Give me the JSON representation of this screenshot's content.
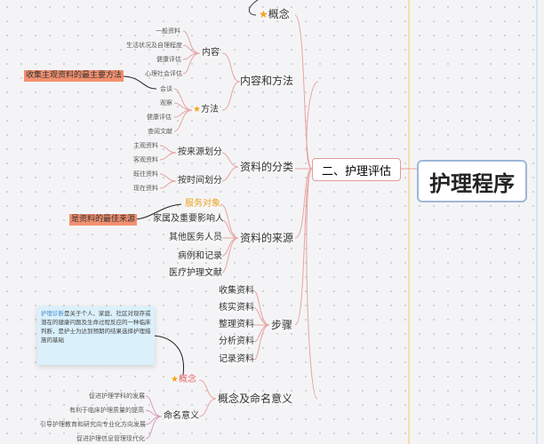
{
  "root": "护理程序",
  "branch": "二、护理评估",
  "concept_top": "概念",
  "content_method": {
    "label": "内容和方法",
    "content": {
      "label": "内容",
      "items": [
        "一般资料",
        "生活状况及自理程度",
        "健康评估",
        "心理社会评估"
      ]
    },
    "method": {
      "label": "方法",
      "items": [
        "会谈",
        "观察",
        "健康评估",
        "查阅文献"
      ]
    },
    "callout": "收集主观资料的最主要方法"
  },
  "classification": {
    "label": "资料的分类",
    "by_source": {
      "label": "按来源划分",
      "items": [
        "主观资料",
        "客观资料"
      ]
    },
    "by_time": {
      "label": "按时间划分",
      "items": [
        "既往资料",
        "现在资料"
      ]
    }
  },
  "sources": {
    "label": "资料的来源",
    "items": [
      "服务对象",
      "家属及重要影响人",
      "其他医务人员",
      "病例和记录",
      "医疗护理文献"
    ],
    "callout": "是资料的最佳来源"
  },
  "steps": {
    "label": "步骤",
    "items": [
      "收集资料",
      "核实资料",
      "整理资料",
      "分析资料",
      "记录资料"
    ]
  },
  "naming": {
    "label": "概念及命名意义",
    "concept": "概念",
    "note": {
      "highlight": "护理诊断",
      "text": "是关于个人、家庭、社区对现存或潜在的健康问题及生命过程反应的一种临床判断，是护士为达到预期的结果选择护理措施的基础"
    },
    "meaning": {
      "label": "命名意义",
      "items": [
        "促进护理学科的发展",
        "有利于临床护理质量的提高",
        "引导护理教育和研究向专业化方向发展",
        "促进护理信息管理现代化"
      ]
    }
  },
  "colors": {
    "line": "#e8a3a0",
    "accent": "#f4a21b",
    "callout": "#f2906f",
    "note": "#daf0fb"
  }
}
